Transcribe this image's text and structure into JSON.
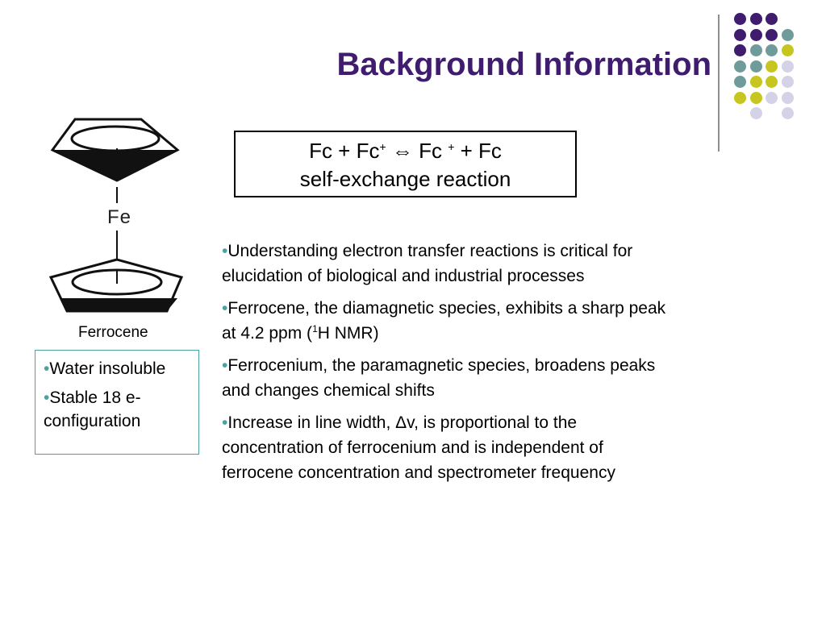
{
  "slide": {
    "title": "Background Information"
  },
  "decoration": {
    "dot_colors": {
      "purple": "#3f1c6e",
      "teal": "#6f9c9a",
      "olive": "#c7c520",
      "lavender": "#d4d2e6"
    }
  },
  "equation": {
    "part1": "Fc + Fc",
    "sup1": "+",
    "arrow": " ⇔ ",
    "part2": "Fc ",
    "sup2": "+",
    "part3": " + Fc",
    "caption": "self-exchange reaction"
  },
  "molecule": {
    "atom_label": "Fe",
    "caption": "Ferrocene"
  },
  "properties": {
    "bullet": "•",
    "items": [
      "Water insoluble",
      "Stable 18 e- configuration"
    ]
  },
  "bullets": {
    "marker": "•",
    "item1": "Understanding electron transfer reactions is critical for elucidation of biological and industrial processes",
    "item2_before": "Ferrocene, the diamagnetic species, exhibits a sharp peak at 4.2 ppm (",
    "item2_sup": "1",
    "item2_after": "H NMR)",
    "item3": "Ferrocenium, the paramagnetic species, broadens peaks and changes chemical shifts",
    "item4": "Increase in line width, Δv, is proportional to the concentration of ferrocenium and is independent of ferrocene concentration and spectrometer frequency"
  },
  "colors": {
    "title": "#3f1c6e",
    "bullet": "#4aa3a0",
    "box_border": "#4aa3a0"
  }
}
